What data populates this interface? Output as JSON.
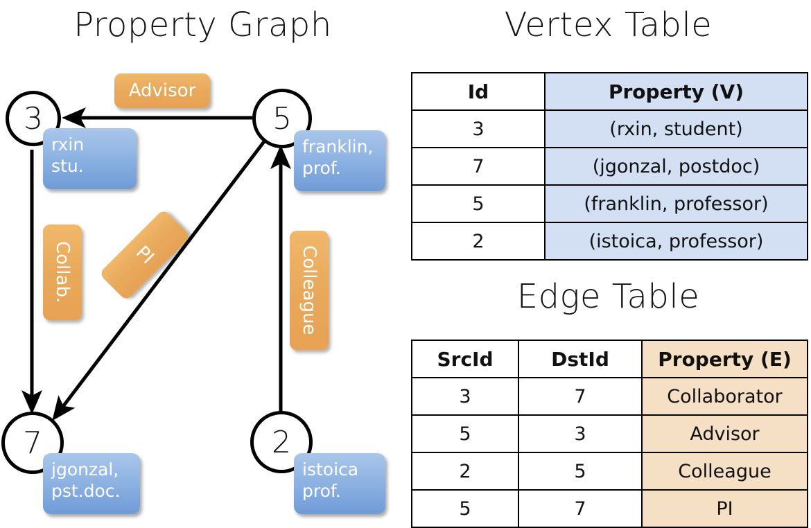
{
  "titles": {
    "property_graph": "Property Graph",
    "vertex_table": "Vertex Table",
    "edge_table": "Edge Table"
  },
  "colors": {
    "vertex_property_cell": "#d3dff2",
    "edge_property_cell": "#f5dfc5",
    "vertex_box_blue": "#8fb4e3",
    "edge_label_orange": "#e8a95c",
    "stroke": "#000000"
  },
  "graph": {
    "nodes": [
      {
        "id": "3",
        "label": "3",
        "property_lines": [
          "rxin",
          "stu."
        ]
      },
      {
        "id": "5",
        "label": "5",
        "property_lines": [
          "franklin,",
          "prof."
        ]
      },
      {
        "id": "7",
        "label": "7",
        "property_lines": [
          "jgonzal,",
          "pst.doc."
        ]
      },
      {
        "id": "2",
        "label": "2",
        "property_lines": [
          "istoica",
          "prof."
        ]
      }
    ],
    "edge_labels": [
      {
        "name": "advisor",
        "text": "Advisor",
        "orientation": "horizontal"
      },
      {
        "name": "collab",
        "text": "Collab.",
        "orientation": "vertical"
      },
      {
        "name": "pi",
        "text": "PI",
        "orientation": "diagonal"
      },
      {
        "name": "colleague",
        "text": "Colleague",
        "orientation": "vertical"
      }
    ],
    "edges": [
      {
        "src": "5",
        "dst": "3",
        "label": "Advisor"
      },
      {
        "src": "3",
        "dst": "7",
        "label": "Collab."
      },
      {
        "src": "5",
        "dst": "7",
        "label": "PI"
      },
      {
        "src": "2",
        "dst": "5",
        "label": "Colleague"
      }
    ]
  },
  "vertex_table": {
    "headers": [
      "Id",
      "Property (V)"
    ],
    "rows": [
      {
        "id": "3",
        "property": "(rxin, student)"
      },
      {
        "id": "7",
        "property": "(jgonzal, postdoc)"
      },
      {
        "id": "5",
        "property": "(franklin, professor)"
      },
      {
        "id": "2",
        "property": "(istoica, professor)"
      }
    ]
  },
  "edge_table": {
    "headers": [
      "SrcId",
      "DstId",
      "Property (E)"
    ],
    "rows": [
      {
        "src": "3",
        "dst": "7",
        "property": "Collaborator"
      },
      {
        "src": "5",
        "dst": "3",
        "property": "Advisor"
      },
      {
        "src": "2",
        "dst": "5",
        "property": "Colleague"
      },
      {
        "src": "5",
        "dst": "7",
        "property": "PI"
      }
    ]
  }
}
